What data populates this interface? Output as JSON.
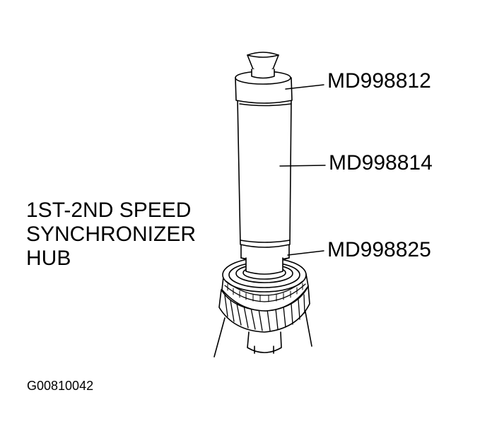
{
  "callouts": {
    "top_tool": "MD998812",
    "middle_tool": "MD998814",
    "lower_tool": "MD998825"
  },
  "part_label": {
    "line1": "1ST-2ND SPEED",
    "line2": "SYNCHRONIZER",
    "line3": "HUB"
  },
  "figure_id": "G00810042",
  "colors": {
    "ink": "#000000",
    "paper": "#ffffff"
  }
}
